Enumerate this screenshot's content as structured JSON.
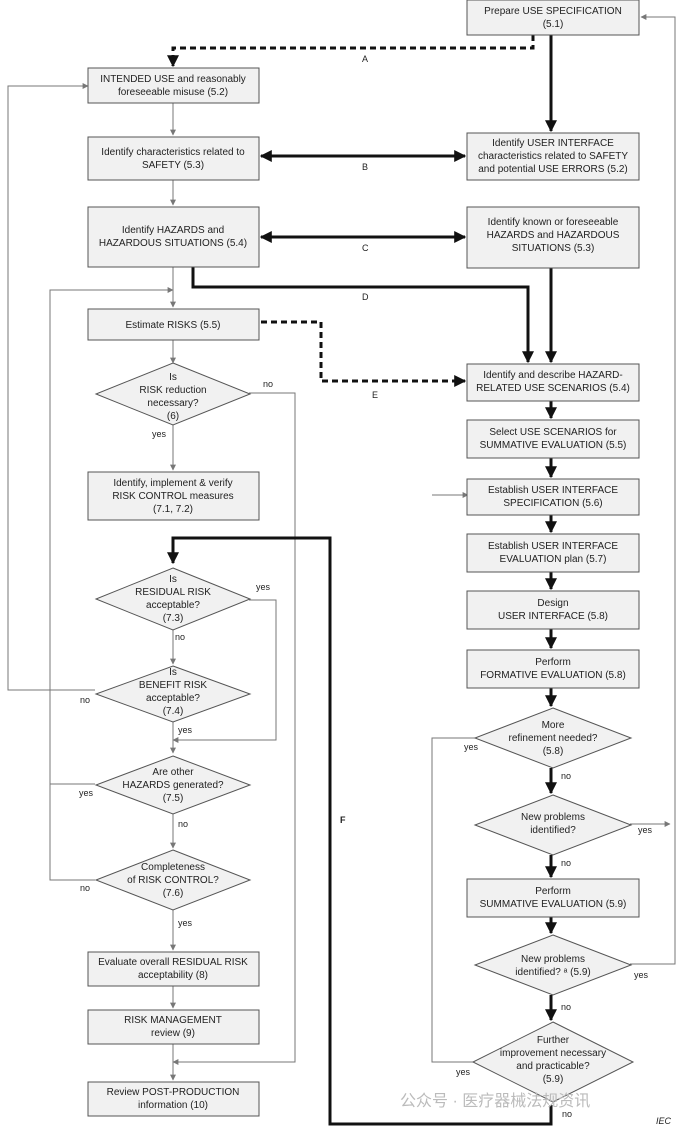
{
  "left_column": {
    "intended_use": [
      "INTENDED USE and reasonably",
      "foreseeable misuse (5.2)"
    ],
    "id_characteristics": [
      "Identify characteristics related to",
      "SAFETY (5.3)"
    ],
    "id_hazards": [
      "Identify HAZARDS and",
      "HAZARDOUS SITUATIONS (5.4)"
    ],
    "estimate_risks": [
      "Estimate RISKS (5.5)"
    ],
    "risk_reduction": [
      "Is",
      "RISK reduction",
      "necessary?",
      "(6)"
    ],
    "risk_control": [
      "Identify, implement & verify",
      "RISK CONTROL measures",
      "(7.1, 7.2)"
    ],
    "residual_risk": [
      "Is",
      "RESIDUAL RISK",
      "acceptable?",
      "(7.3)"
    ],
    "benefit_risk": [
      "Is",
      "BENEFIT RISK",
      "acceptable?",
      "(7.4)"
    ],
    "other_hazards": [
      "Are other",
      "HAZARDS generated?",
      "(7.5)"
    ],
    "completeness": [
      "Completeness",
      "of RISK CONTROL?",
      "(7.6)"
    ],
    "evaluate_overall": [
      "Evaluate overall RESIDUAL RISK",
      "acceptability (8)"
    ],
    "rm_review": [
      "RISK MANAGEMENT",
      "review (9)"
    ],
    "post_production": [
      "Review POST-PRODUCTION",
      "information (10)"
    ]
  },
  "right_column": {
    "prepare_use_spec": [
      "Prepare USE SPECIFICATION",
      "(5.1)"
    ],
    "id_ui_characteristics": [
      "Identify USER INTERFACE",
      "characteristics related to SAFETY",
      "and potential USE ERRORS (5.2)"
    ],
    "id_known_hazards": [
      "Identify known or foreseeable",
      "HAZARDS and HAZARDOUS",
      "SITUATIONS (5.3)"
    ],
    "describe_scenarios": [
      "Identify and describe HAZARD-",
      "RELATED USE SCENARIOS (5.4)"
    ],
    "select_scenarios": [
      "Select USE SCENARIOS for",
      "SUMMATIVE EVALUATION (5.5)"
    ],
    "ui_spec": [
      "Establish USER INTERFACE",
      "SPECIFICATION (5.6)"
    ],
    "ui_eval_plan": [
      "Establish USER INTERFACE",
      "EVALUATION plan (5.7)"
    ],
    "design_ui": [
      "Design",
      "USER INTERFACE (5.8)"
    ],
    "formative": [
      "Perform",
      "FORMATIVE EVALUATION (5.8)"
    ],
    "more_refinement": [
      "More",
      "refinement needed?",
      "(5.8)"
    ],
    "new_problems_1": [
      "New problems",
      "identified?"
    ],
    "summative": [
      "Perform",
      "SUMMATIVE EVALUATION (5.9)"
    ],
    "new_problems_2": [
      "New problems",
      "identified? ᵃ (5.9)"
    ],
    "further_improvement": [
      "Further",
      "improvement necessary",
      "and practicable?",
      "(5.9)"
    ]
  },
  "connector_labels": {
    "A": "A",
    "B": "B",
    "C": "C",
    "D": "D",
    "E": "E",
    "F": "F"
  },
  "branch_labels": {
    "yes": "yes",
    "no": "no"
  },
  "watermark": {
    "text": "公众号 · 医疗器械法规资讯",
    "corner": "IEC"
  }
}
